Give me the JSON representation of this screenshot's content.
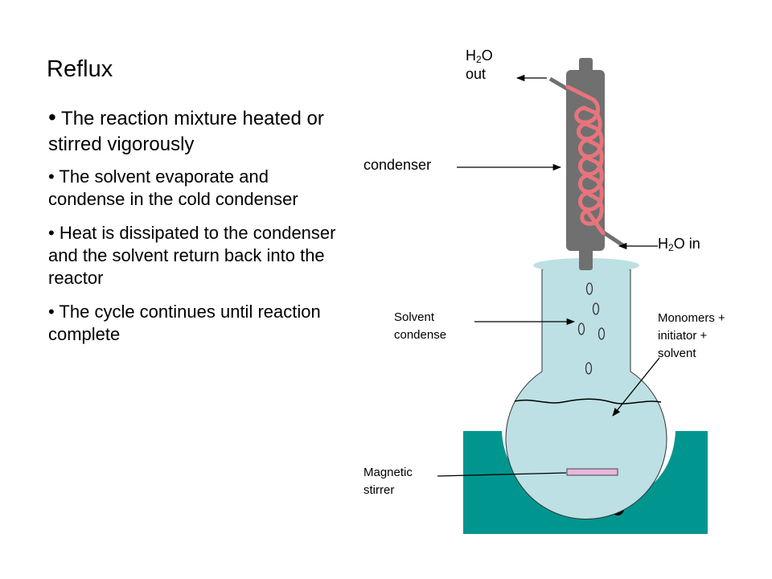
{
  "title": "Reflux",
  "bullets": [
    "The reaction mixture heated or stirred vigorously",
    "The solvent evaporate and condense in the cold condenser",
    "Heat is dissipated to the condenser and the solvent return back into the reactor",
    "The cycle continues until reaction complete"
  ],
  "labels": {
    "h2o_out_main": "H",
    "h2o_out_sub": "2",
    "h2o_out_rest": "O",
    "h2o_out_line2": "out",
    "condenser": "condenser",
    "h2o_in_main": "H",
    "h2o_in_sub": "2",
    "h2o_in_rest": "O in",
    "solvent_condense_1": "Solvent",
    "solvent_condense_2": "condense",
    "monomers_1": "Monomers +",
    "monomers_2": "initiator +",
    "monomers_3": "solvent",
    "stirrer_1": "Magnetic",
    "stirrer_2": "stirrer"
  },
  "colors": {
    "condenser": "#707070",
    "coil": "#e8747c",
    "liquid": "#bde0e4",
    "heater": "#00968f",
    "stirrer_bar": "#e8b8dc"
  }
}
